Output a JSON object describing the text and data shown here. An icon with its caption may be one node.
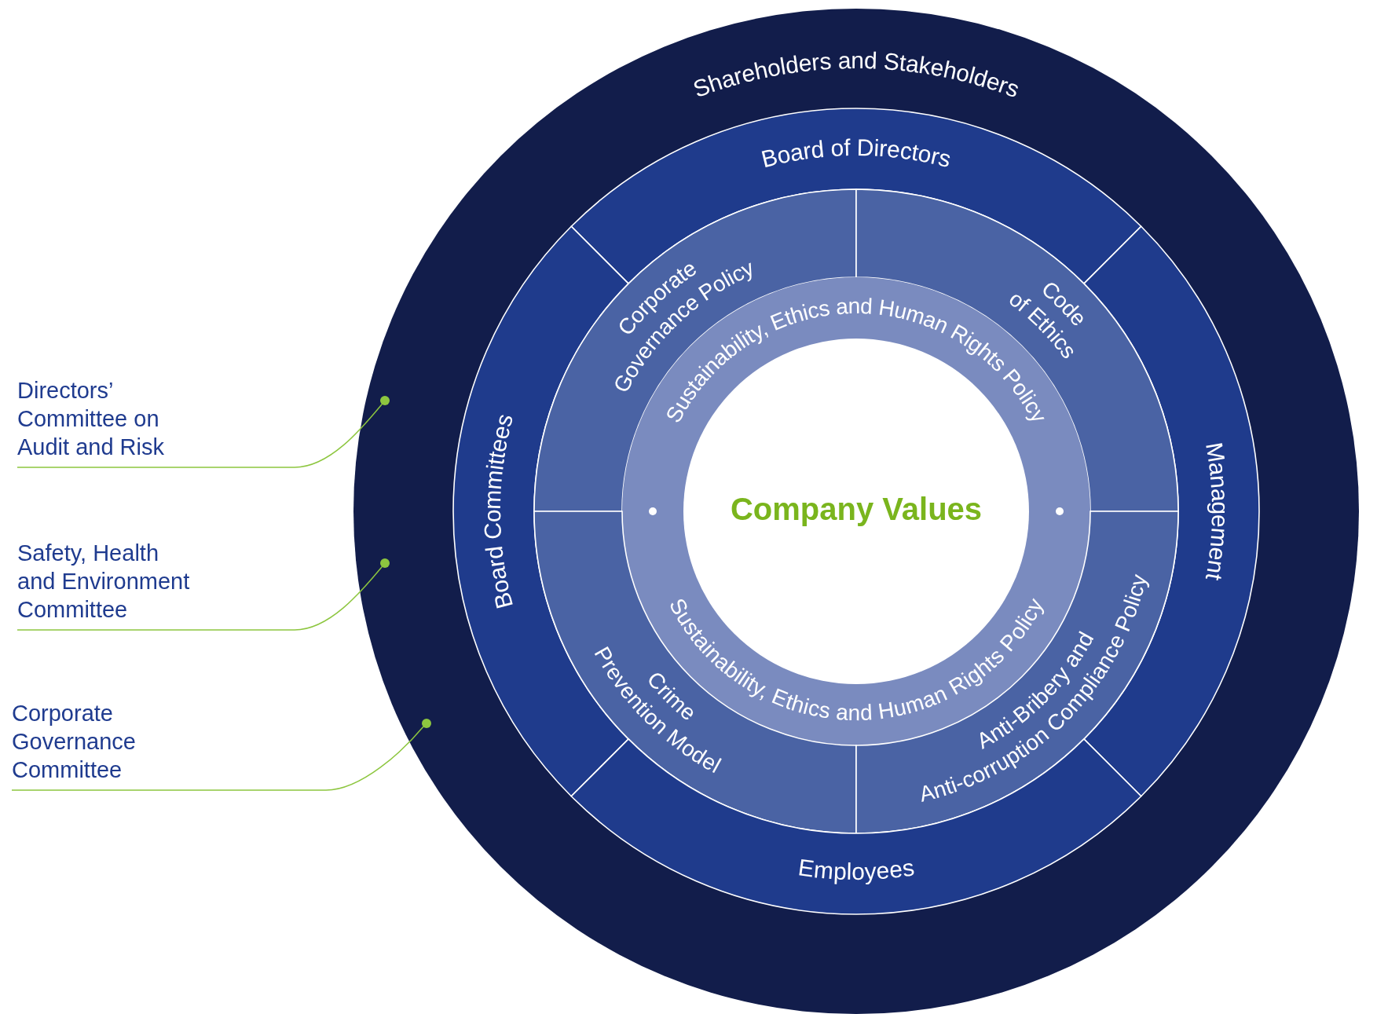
{
  "diagram": {
    "nodes": [
      {
        "text": [
          "Shareholders and Stakeholders"
        ]
      },
      {
        "text": [
          "Board of Directors"
        ],
        "in": 0
      },
      {
        "text": [
          "Board Committees"
        ],
        "in": 0
      },
      {
        "text": [
          "Management"
        ],
        "in": 0
      },
      {
        "text": [
          "Corporate Governance Policy"
        ],
        "in": 0
      },
      {
        "text": [
          "Code of Ethics"
        ],
        "in": 0
      },
      {
        "text": [
          "Sustainability, Ethics and Human Rights Policy",
          "Sustainability, Ethics and Human Rights Policy"
        ],
        "in": 0
      },
      {
        "text": [
          "Company Values"
        ],
        "in": 6
      },
      {
        "text": [
          "Crime Prevention Model"
        ],
        "in": 0
      },
      {
        "text": [
          "Anti-Bribery and Anti-corruption Compliance Policy"
        ],
        "in": 0
      },
      {
        "text": [
          "Employees"
        ],
        "in": 0
      },
      {
        "text": [
          "Directors’ Committee on Audit and Risk"
        ]
      },
      {
        "text": [
          "Safety, Health and Environment Committee"
        ]
      },
      {
        "text": [
          "Corporate Governance Committee"
        ]
      },
      {
        "text": [],
        "shape": "circle",
        "in": 0
      },
      {
        "text": [],
        "shape": "circle",
        "in": 0
      },
      {
        "text": [],
        "shape": "circle",
        "in": 0
      }
    ],
    "edges": [
      {
        "from": 11,
        "to": 14,
        "arrow": "none"
      },
      {
        "from": 12,
        "to": 15,
        "arrow": "none"
      },
      {
        "from": 13,
        "to": 16,
        "arrow": "none"
      }
    ]
  }
}
